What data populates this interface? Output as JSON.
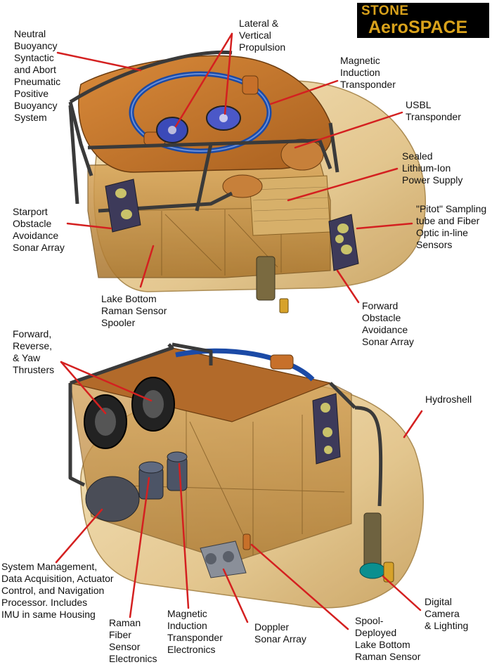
{
  "logo": {
    "line1": "STONE",
    "line2": "AeroSPACE",
    "text_color": "#d9a21b",
    "background": "#000000"
  },
  "colors": {
    "leader_line": "#d42020",
    "hull": "#e6c98e",
    "frame": "#c7903e",
    "rail": "#3a3a3a",
    "ring": "#1b4aa6",
    "thruster": "#2b2b2b"
  },
  "top_view": {
    "labels": {
      "buoyancy": "Neutral\nBuoyancy\nSyntactic\nand Abort\nPneumatic\nPositive\nBuoyancy\nSystem",
      "lateral_propulsion": "Lateral &\nVertical\nPropulsion",
      "magnetic_transponder": "Magnetic\nInduction\nTransponder",
      "usbl": "USBL\nTransponder",
      "power_supply": "Sealed\nLithium-Ion\nPower Supply",
      "starport_sonar": "Starport\nObstacle\nAvoidance\nSonar Array",
      "pitot": "\"Pitot\" Sampling\ntube and Fiber\nOptic in-line\nSensors",
      "raman_spooler": "Lake Bottom\nRaman Sensor\nSpooler",
      "forward_sonar": "Forward\nObstacle\nAvoidance\nSonar Array"
    }
  },
  "bottom_view": {
    "labels": {
      "thrusters": "Forward,\nReverse,\n& Yaw\nThrusters",
      "hydroshell": "Hydroshell",
      "system_management": "System Management,\nData Acquisition, Actuator\nControl, and Navigation\nProcessor.  Includes\nIMU in same Housing",
      "raman_electronics": "Raman\nFiber\nSensor\nElectronics",
      "transponder_electronics": "Magnetic\nInduction\nTransponder\nElectronics",
      "doppler": "Doppler\nSonar Array",
      "spool_raman": "Spool-\nDeployed\nLake Bottom\nRaman Sensor",
      "camera": "Digital\nCamera\n& Lighting"
    }
  }
}
